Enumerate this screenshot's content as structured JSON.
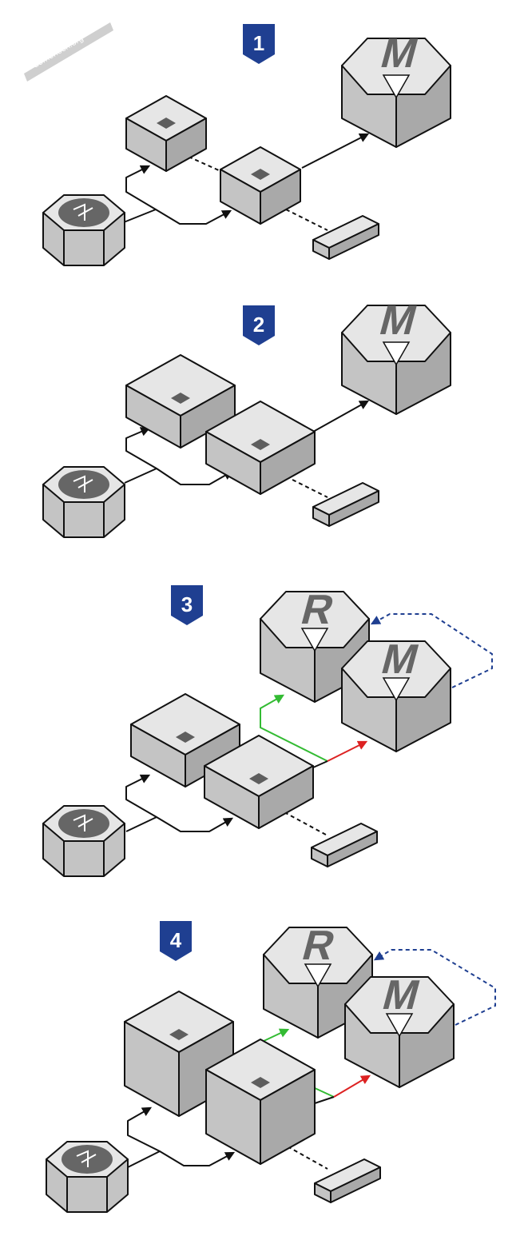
{
  "watermark": "domenech.org",
  "colors": {
    "badge": "#1f3f91",
    "link_solid": "#111111",
    "link_green": "#33bb33",
    "link_red": "#dd2222",
    "link_blue_dashed": "#1f3f91",
    "watermark_band": "#cfcfcf"
  },
  "icons": [
    "router-icon",
    "switch-block",
    "module-box",
    "server-m-block",
    "server-r-block",
    "flash-card-block"
  ],
  "panels": [
    {
      "step": "1",
      "server_labels": [
        "M"
      ]
    },
    {
      "step": "2",
      "server_labels": [
        "M"
      ]
    },
    {
      "step": "3",
      "server_labels": [
        "R",
        "M"
      ]
    },
    {
      "step": "4",
      "server_labels": [
        "R",
        "M"
      ]
    }
  ]
}
